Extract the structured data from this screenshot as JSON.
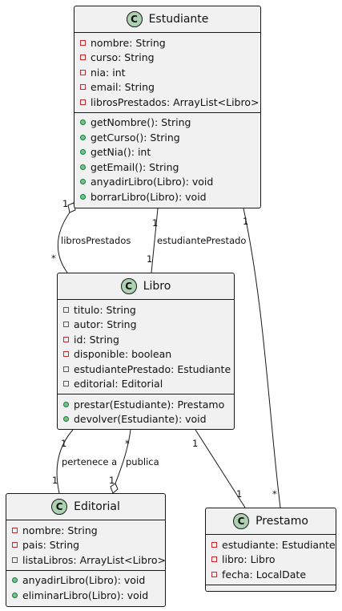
{
  "diagram": {
    "classes": [
      {
        "id": "estudiante",
        "badge": "C",
        "name": "Estudiante",
        "attributes": [
          {
            "visibility": "private",
            "text": "nombre: String"
          },
          {
            "visibility": "private",
            "text": "curso: String"
          },
          {
            "visibility": "private",
            "text": "nia: int"
          },
          {
            "visibility": "private",
            "text": "email: String"
          },
          {
            "visibility": "private",
            "text": "librosPrestados: ArrayList<Libro>"
          }
        ],
        "methods": [
          {
            "visibility": "public",
            "text": "getNombre(): String"
          },
          {
            "visibility": "public",
            "text": "getCurso(): String"
          },
          {
            "visibility": "public",
            "text": "getNia(): int"
          },
          {
            "visibility": "public",
            "text": "getEmail(): String"
          },
          {
            "visibility": "public",
            "text": "anyadirLibro(Libro): void"
          },
          {
            "visibility": "public",
            "text": "borrarLibro(Libro): void"
          }
        ]
      },
      {
        "id": "libro",
        "badge": "C",
        "name": "Libro",
        "attributes": [
          {
            "visibility": "private",
            "text": "titulo: String"
          },
          {
            "visibility": "private",
            "text": "autor: String"
          },
          {
            "visibility": "private",
            "text": "id: String"
          },
          {
            "visibility": "private",
            "text": "disponible: boolean"
          },
          {
            "visibility": "private",
            "text": "estudiantePrestado: Estudiante"
          },
          {
            "visibility": "private",
            "text": "editorial: Editorial"
          }
        ],
        "methods": [
          {
            "visibility": "public",
            "text": "prestar(Estudiante): Prestamo"
          },
          {
            "visibility": "public",
            "text": "devolver(Estudiante): void"
          }
        ]
      },
      {
        "id": "editorial",
        "badge": "C",
        "name": "Editorial",
        "attributes": [
          {
            "visibility": "private",
            "text": "nombre: String"
          },
          {
            "visibility": "private",
            "text": "pais: String"
          },
          {
            "visibility": "private",
            "text": "listaLibros: ArrayList<Libro>"
          }
        ],
        "methods": [
          {
            "visibility": "public",
            "text": "anyadirLibro(Libro): void"
          },
          {
            "visibility": "public",
            "text": "eliminarLibro(Libro): void"
          }
        ]
      },
      {
        "id": "prestamo",
        "badge": "C",
        "name": "Prestamo",
        "attributes": [
          {
            "visibility": "private",
            "text": "estudiante: Estudiante"
          },
          {
            "visibility": "private",
            "text": "libro: Libro"
          },
          {
            "visibility": "private",
            "text": "fecha: LocalDate"
          }
        ],
        "methods": []
      }
    ],
    "relations": [
      {
        "id": "librosPrestados",
        "from": "estudiante",
        "to": "libro",
        "kind": "aggregation",
        "label": "librosPrestados",
        "from_mult": "1",
        "to_mult": "*"
      },
      {
        "id": "estudiantePrestado",
        "from": "estudiante",
        "to": "libro",
        "kind": "association",
        "label": "estudiantePrestado",
        "from_mult": "1",
        "to_mult": "1"
      },
      {
        "id": "estudiante-prestamo",
        "from": "estudiante",
        "to": "prestamo",
        "kind": "association",
        "label": "",
        "from_mult": "1",
        "to_mult": "*"
      },
      {
        "id": "perteneceA",
        "from": "libro",
        "to": "editorial",
        "kind": "association",
        "label": "pertenece a",
        "from_mult": "1",
        "to_mult": "1"
      },
      {
        "id": "publica",
        "from": "editorial",
        "to": "libro",
        "kind": "aggregation",
        "label": "publica",
        "from_mult": "1",
        "to_mult": "*"
      },
      {
        "id": "libro-prestamo",
        "from": "libro",
        "to": "prestamo",
        "kind": "association",
        "label": "",
        "from_mult": "1",
        "to_mult": "1"
      }
    ],
    "colors": {
      "class_fill": "#f1f1f1",
      "border": "#181818",
      "badge_fill": "#add1b2",
      "private_marker": "#c82930",
      "public_marker_fill": "#84be84",
      "public_marker_border": "#038048"
    }
  }
}
